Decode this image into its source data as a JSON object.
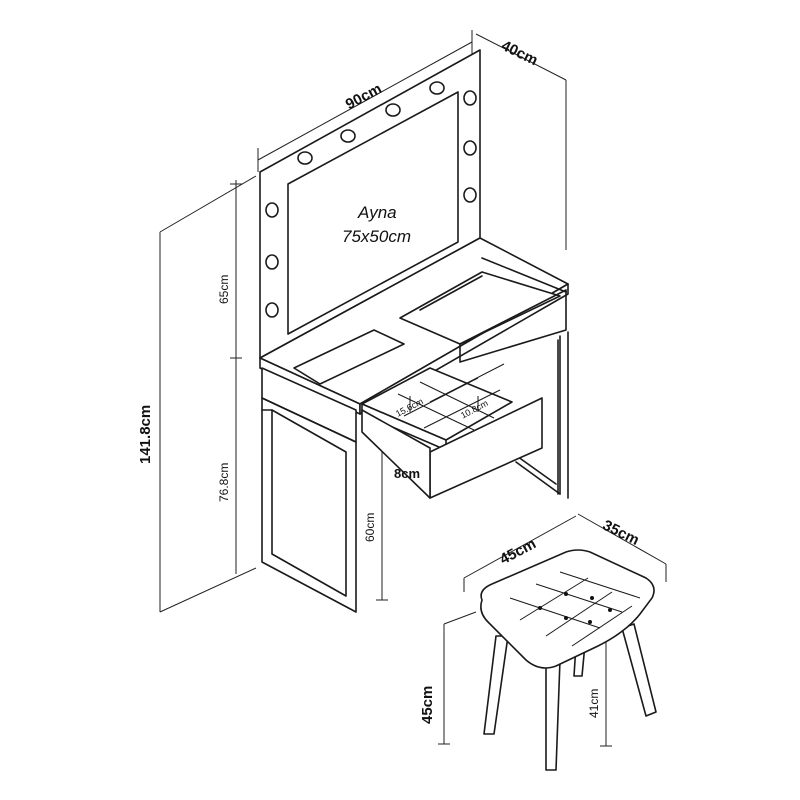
{
  "furniture": {
    "mirror_label": "Ayna",
    "mirror_size": "75x50cm"
  },
  "dimensions": {
    "width": "90cm",
    "depth": "40cm",
    "total_height": "141.8cm",
    "mirror_height": "65cm",
    "table_height": "76.8cm",
    "under_drawer": "60cm",
    "drawer_height": "8cm",
    "drawer_comp_a": "15.6cm",
    "drawer_comp_b": "10.8cm",
    "stool_width": "45cm",
    "stool_depth": "35cm",
    "stool_height": "45cm",
    "stool_leg": "41cm"
  }
}
